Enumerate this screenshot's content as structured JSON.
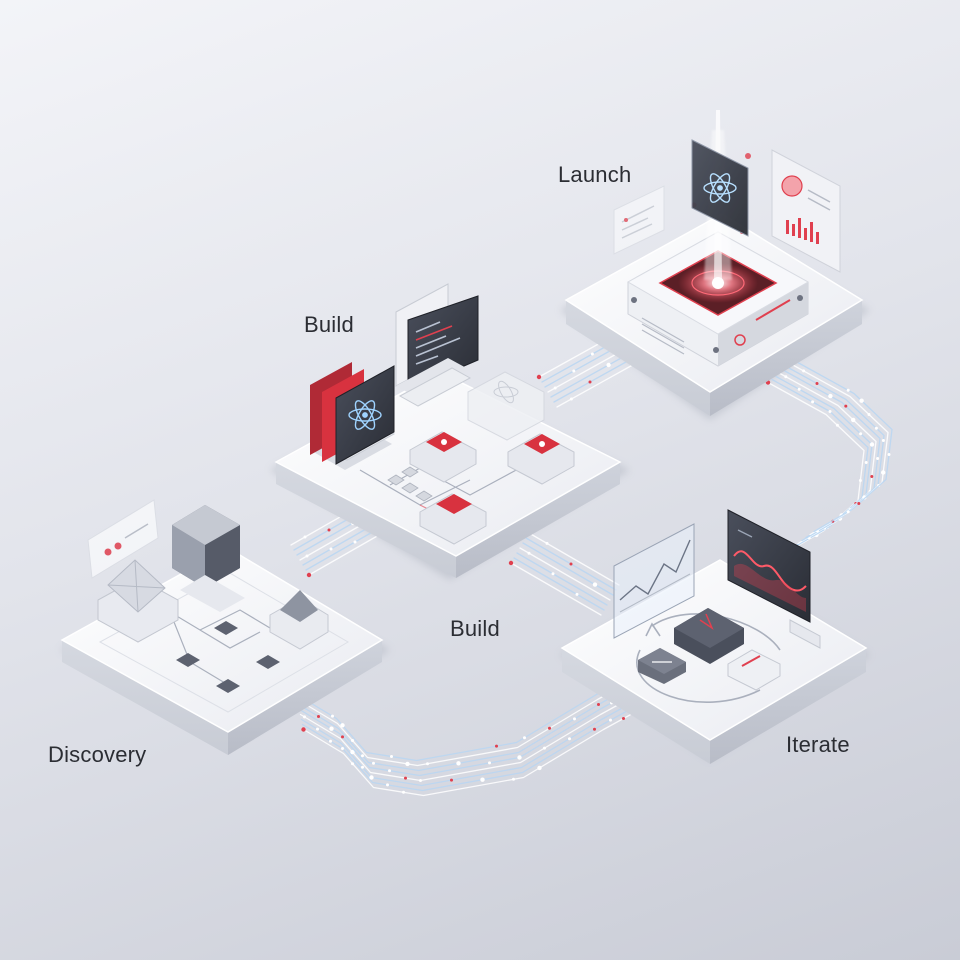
{
  "stages": {
    "discovery": {
      "label": "Discovery",
      "icon": "cube-icon"
    },
    "build_top": {
      "label": "Build",
      "icon": "react-atom-icon"
    },
    "build_mid": {
      "label": "Build"
    },
    "launch": {
      "label": "Launch",
      "icon": "react-atom-icon"
    },
    "iterate": {
      "label": "Iterate",
      "icon": "line-chart-icon"
    }
  },
  "colors": {
    "accent": "#e0404f",
    "tile_top": "#f7f8fb",
    "tile_side": "#d3d6de",
    "stream": "#b9d6f2",
    "text": "#2b2d33"
  }
}
